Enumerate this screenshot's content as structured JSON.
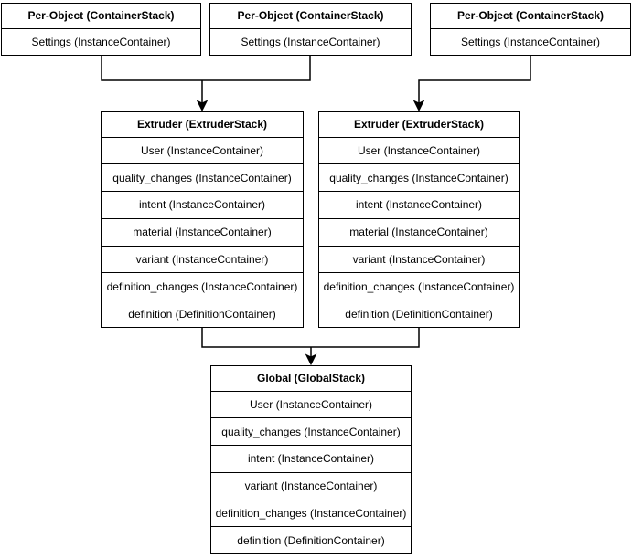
{
  "colors": {
    "line": "#000000",
    "box_fill": "#ffffff",
    "text": "#000000",
    "background": "#ffffff"
  },
  "stacks": {
    "per_object": [
      {
        "title": "Per-Object (ContainerStack)",
        "rows": [
          "Settings (InstanceContainer)"
        ]
      },
      {
        "title": "Per-Object (ContainerStack)",
        "rows": [
          "Settings (InstanceContainer)"
        ]
      },
      {
        "title": "Per-Object (ContainerStack)",
        "rows": [
          "Settings (InstanceContainer)"
        ]
      }
    ],
    "extruders": [
      {
        "title": "Extruder (ExtruderStack)",
        "rows": [
          "User (InstanceContainer)",
          "quality_changes (InstanceContainer)",
          "intent (InstanceContainer)",
          "material (InstanceContainer)",
          "variant (InstanceContainer)",
          "definition_changes (InstanceContainer)",
          "definition (DefinitionContainer)"
        ]
      },
      {
        "title": "Extruder (ExtruderStack)",
        "rows": [
          "User (InstanceContainer)",
          "quality_changes (InstanceContainer)",
          "intent (InstanceContainer)",
          "material (InstanceContainer)",
          "variant (InstanceContainer)",
          "definition_changes (InstanceContainer)",
          "definition (DefinitionContainer)"
        ]
      }
    ],
    "global": {
      "title": "Global (GlobalStack)",
      "rows": [
        "User (InstanceContainer)",
        "quality_changes (InstanceContainer)",
        "intent (InstanceContainer)",
        "variant (InstanceContainer)",
        "definition_changes (InstanceContainer)",
        "definition (DefinitionContainer)"
      ]
    }
  }
}
